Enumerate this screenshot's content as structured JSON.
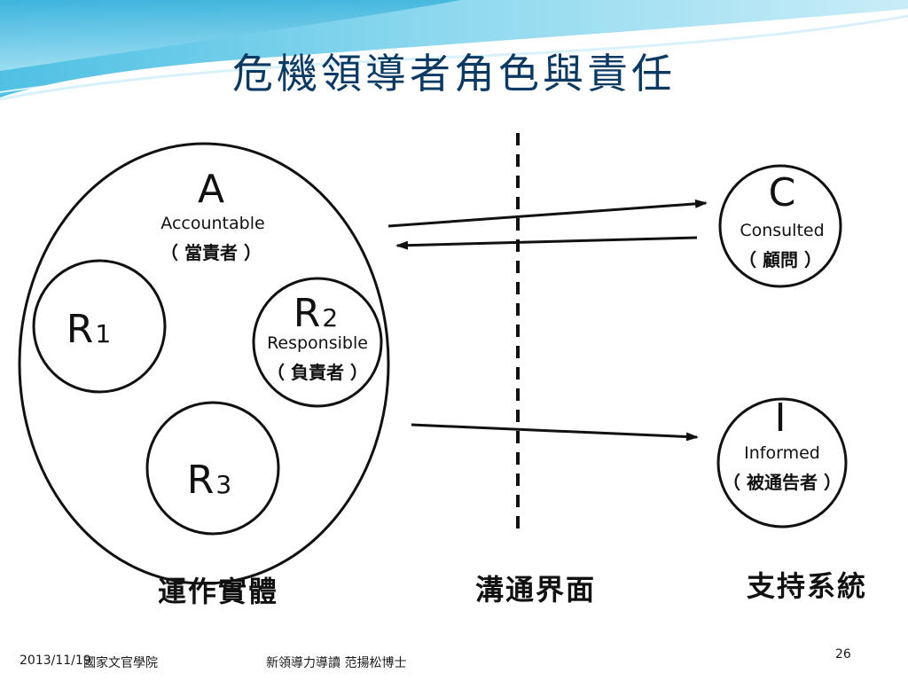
{
  "slide": {
    "title": "危機領導者角色與責任"
  },
  "diagram": {
    "accountable": {
      "letter": "A",
      "en": "Accountable",
      "zh": "（ 當責者 ）"
    },
    "r1": {
      "letter": "R",
      "digit": "1"
    },
    "r2": {
      "letter": "R",
      "digit": "2",
      "en": "Responsible",
      "zh": "（ 負責者 ）"
    },
    "r3": {
      "letter": "R",
      "digit": "3"
    },
    "consulted": {
      "letter": "C",
      "en": "Consulted",
      "zh": "（ 顧問 ）"
    },
    "informed": {
      "letter": "I",
      "en": "Informed",
      "zh": "（ 被通告者 ）"
    },
    "labels": {
      "left": "運作實體",
      "middle": "溝通界面",
      "right": "支持系統"
    }
  },
  "footer": {
    "date": "2013/11/19",
    "org": "國家文官學院",
    "course": "新領導力導讀  范揚松博士",
    "page": "26"
  }
}
